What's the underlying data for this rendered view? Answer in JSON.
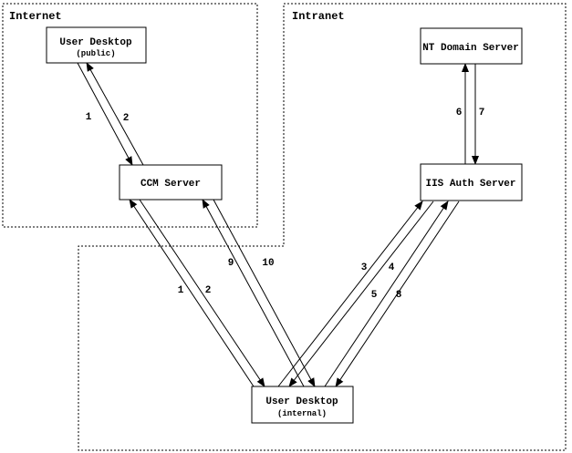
{
  "zones": {
    "internet": {
      "label": "Internet"
    },
    "intranet": {
      "label": "Intranet"
    }
  },
  "nodes": {
    "user_desktop_public": {
      "title": "User Desktop",
      "subtitle": "(public)"
    },
    "ccm_server": {
      "title": "CCM Server"
    },
    "nt_domain_server": {
      "title": "NT Domain Server"
    },
    "iis_auth_server": {
      "title": "IIS Auth Server"
    },
    "user_desktop_internal": {
      "title": "User Desktop",
      "subtitle": "(internal)"
    }
  },
  "steps": {
    "public_ccm_request": "1",
    "public_ccm_response": "2",
    "internal_ccm_request": "1",
    "internal_ccm_response": "2",
    "internal_iis_request_a": "3",
    "internal_iis_response_a": "4",
    "internal_iis_request_b": "5",
    "internal_iis_response_b": "8",
    "iis_nt_request": "6",
    "iis_nt_response": "7",
    "internal_ccm_request_b": "9",
    "internal_ccm_response_b": "10"
  },
  "colors": {
    "ink": "#000000",
    "background": "#ffffff"
  }
}
